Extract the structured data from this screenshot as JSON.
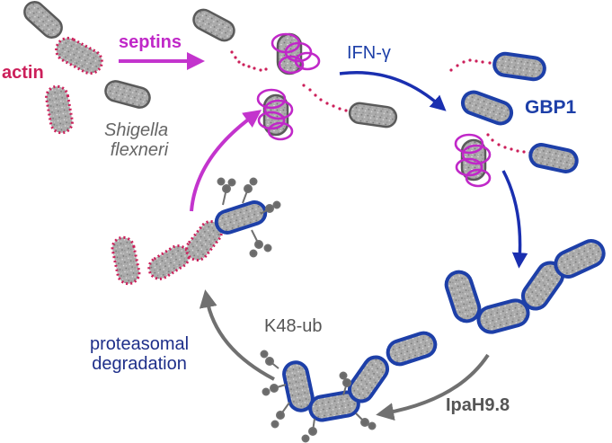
{
  "labels": {
    "actin": "actin",
    "septins": "septins",
    "ifn_gamma": "IFN-γ",
    "gbp1": "GBP1",
    "shigella_line1": "Shigella",
    "shigella_line2": "flexneri",
    "k48_ub": "K48-ub",
    "proteasomal_line1": "proteasomal",
    "proteasomal_line2": "degradation",
    "ipah98": "IpaH9.8"
  },
  "colors": {
    "actin": "#cc1f5a",
    "septins": "#c028c8",
    "gbp1": "#1d3fa8",
    "cycle_arrow_magenta": "#c334cd",
    "cycle_arrow_blue": "#1a2fb0",
    "cycle_arrow_grey": "#707070",
    "bacterium_fill": "#a9a9a9",
    "bacterium_outline": "#5a5a5a",
    "label_grey": "#666666",
    "label_dark_grey": "#555555",
    "label_navy": "#1e2f8a"
  }
}
